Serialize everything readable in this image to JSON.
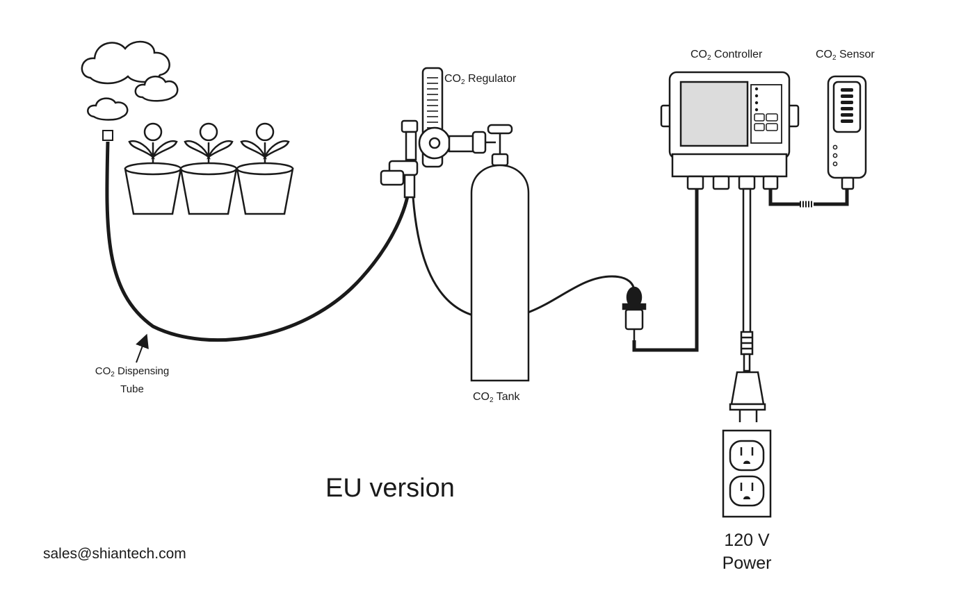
{
  "labels": {
    "regulator": {
      "prefix": "CO",
      "sub": "2",
      "suffix": " Regulator"
    },
    "controller": {
      "prefix": "CO",
      "sub": "2",
      "suffix": " Controller"
    },
    "sensor": {
      "prefix": "CO",
      "sub": "2",
      "suffix": " Sensor"
    },
    "tank": {
      "prefix": "CO",
      "sub": "2",
      "suffix": " Tank"
    },
    "tube_line1": {
      "prefix": "CO",
      "sub": "2",
      "suffix": " Dispensing"
    },
    "tube_line2": "Tube",
    "power_line1": "120 V",
    "power_line2": "Power"
  },
  "version": "EU version",
  "contact_email": "sales@shiantech.com",
  "colors": {
    "ink": "#1a1a1a",
    "screen": "#dcdcdc",
    "background": "#ffffff"
  }
}
